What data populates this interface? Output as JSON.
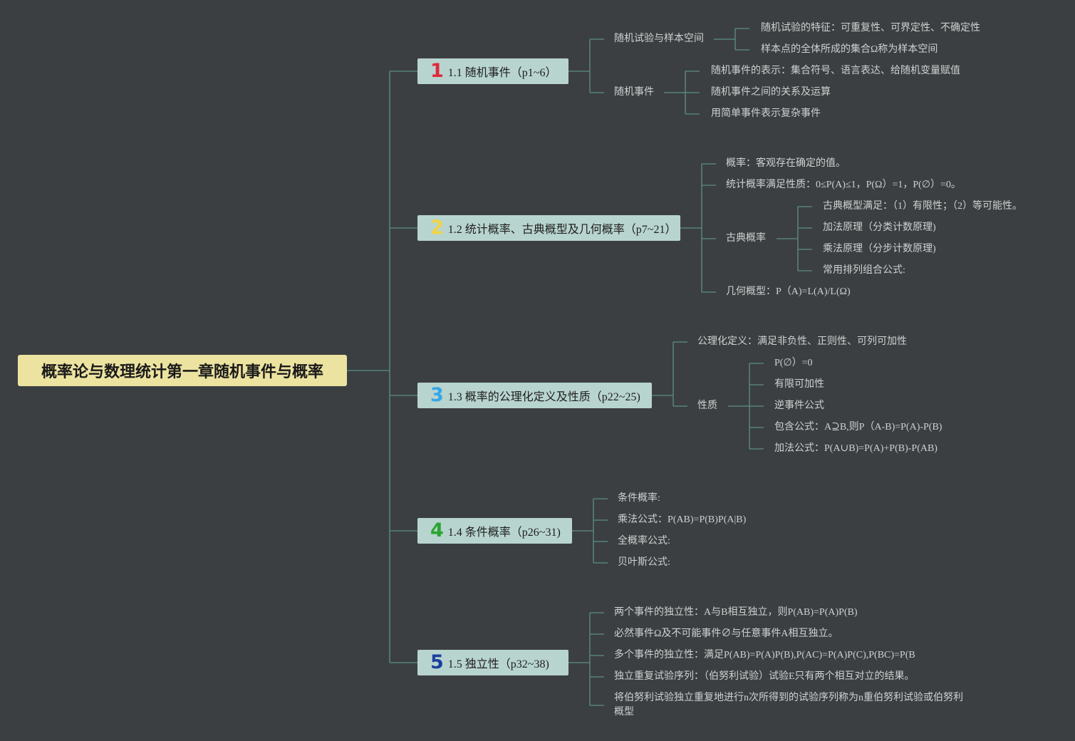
{
  "root": {
    "title": "概率论与数理统计第一章随机事件与概率"
  },
  "colors": {
    "background": "#3b3f42",
    "line": "#5e8d86",
    "root_fill": "#ece3a0",
    "section_fill": "#b8d4cf",
    "text": "#cdd2d0"
  },
  "sections": [
    {
      "num": "1",
      "num_color": "#e0283a",
      "title": "1.1 随机事件（p1~6）",
      "branches": [
        {
          "label": "随机试验与样本空间",
          "items": [
            "随机试验的特征：可重复性、可界定性、不确定性",
            "样本点的全体所成的集合Ω称为样本空间"
          ]
        },
        {
          "label": "随机事件",
          "items": [
            "随机事件的表示：集合符号、语言表达、给随机变量赋值",
            "随机事件之间的关系及运算",
            "用简单事件表示复杂事件"
          ]
        }
      ]
    },
    {
      "num": "2",
      "num_color": "#f2d443",
      "title": "1.2 统计概率、古典概型及几何概率（p7~21）",
      "branches": [
        {
          "label": "概率：客观存在确定的值。"
        },
        {
          "label": "统计概率满足性质：0≤P(A)≤1，P(Ω）=1，P(∅）=0。"
        },
        {
          "label": "古典概率",
          "items": [
            "古典概型满足：（1）有限性；（2）等可能性。",
            "加法原理（分类计数原理)",
            "乘法原理（分步计数原理)",
            "常用排列组合公式:"
          ]
        },
        {
          "label": "几何概型：P（A)=L(A)/L(Ω)"
        }
      ]
    },
    {
      "num": "3",
      "num_color": "#35a6e8",
      "title": "1.3 概率的公理化定义及性质（p22~25)",
      "branches": [
        {
          "label": "公理化定义：满足非负性、正则性、可列可加性"
        },
        {
          "label": "性质",
          "items": [
            "P(∅）=0",
            "有限可加性",
            "逆事件公式",
            "包含公式：A⊇B,则P（A-B)=P(A)-P(B)",
            "加法公式：P(A∪B)=P(A)+P(B)-P(AB)"
          ]
        }
      ]
    },
    {
      "num": "4",
      "num_color": "#2aa52f",
      "title": "1.4 条件概率（p26~31)",
      "branches": [
        {
          "label": "条件概率:"
        },
        {
          "label": "乘法公式：P(AB)=P(B)P(A|B)"
        },
        {
          "label": "全概率公式:"
        },
        {
          "label": "贝叶斯公式:"
        }
      ]
    },
    {
      "num": "5",
      "num_color": "#1b3f9e",
      "title": "1.5 独立性（p32~38)",
      "branches": [
        {
          "label": "两个事件的独立性：A与B相互独立，则P(AB)=P(A)P(B)"
        },
        {
          "label": "必然事件Ω及不可能事件∅与任意事件A相互独立。"
        },
        {
          "label": "多个事件的独立性：满足P(AB)=P(A)P(B),P(AC)=P(A)P(C),P(BC)=P(B"
        },
        {
          "label": "独立重复试验序列：（伯努利试验）试验E只有两个相互对立的结果。"
        },
        {
          "label": "将伯努利试验独立重复地进行n次所得到的试验序列称为n重伯努利试验或伯努利概型"
        }
      ]
    }
  ]
}
